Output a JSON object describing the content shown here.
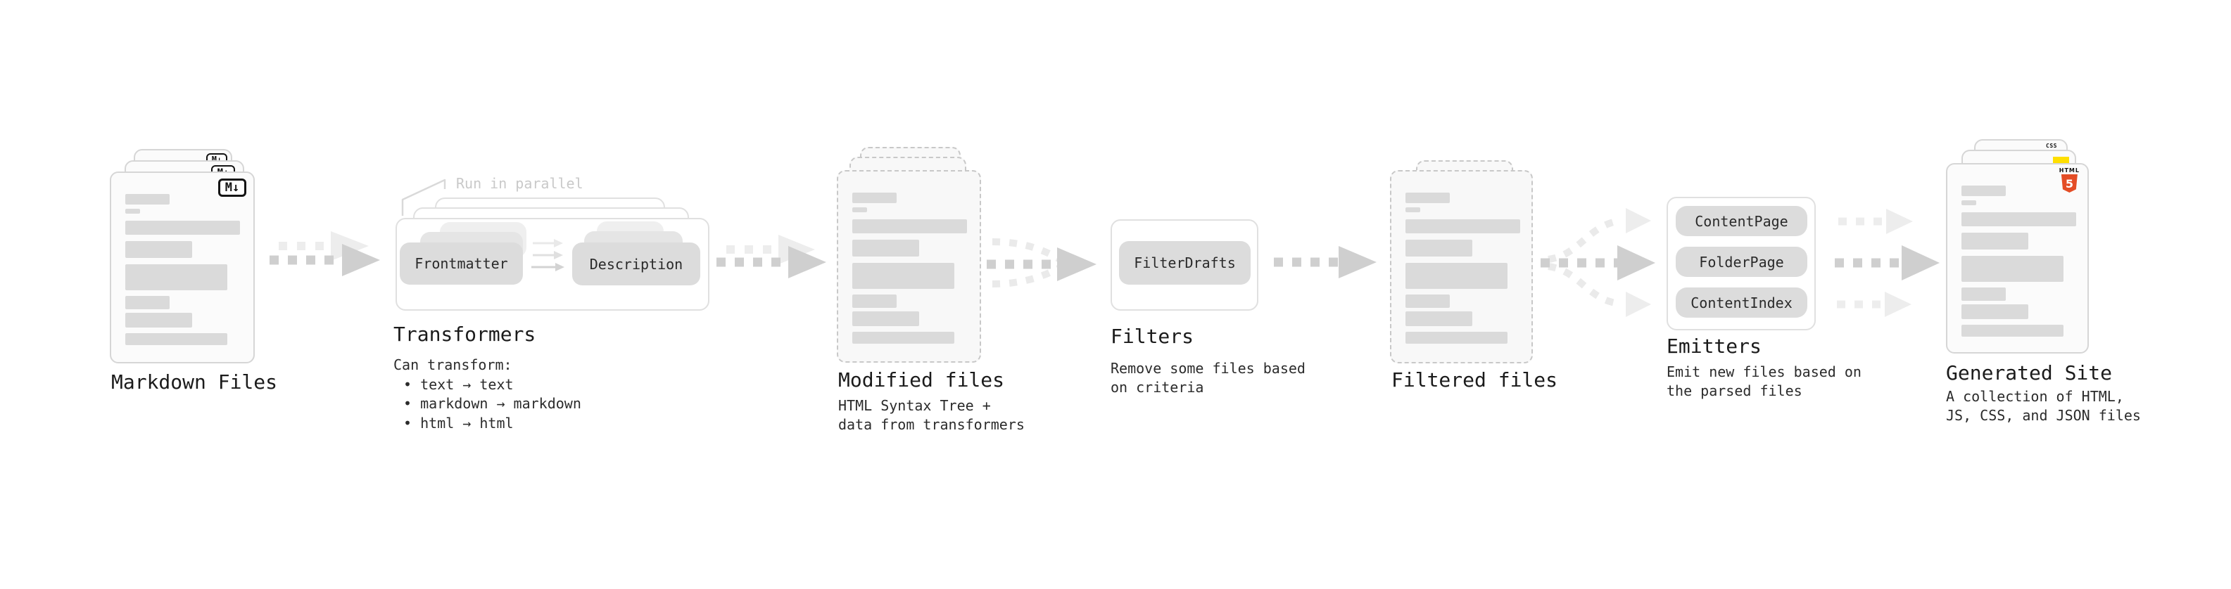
{
  "colors": {
    "arrow_gray": "#cfcfcf",
    "ghost_arrow_gray": "#ededed",
    "doc_border": "#d6d6d6",
    "dashed_border": "#c8c8c8",
    "pill_gray": "#dcdcdc",
    "html5_orange": "#e44d26",
    "js_yellow": "#ffdf00",
    "css_blue": "#2b63e8"
  },
  "stages": {
    "markdown": {
      "badge": "M↓",
      "title": "Markdown Files"
    },
    "transformers": {
      "parallel_label": "Run in parallel",
      "pills": [
        "Frontmatter",
        "Description"
      ],
      "title": "Transformers",
      "desc_heading": "Can transform:",
      "bullets": [
        "• text → text",
        "• markdown → markdown",
        "• html → html"
      ]
    },
    "modified": {
      "title": "Modified files",
      "subtitle1": "HTML Syntax Tree +",
      "subtitle2": "data from transformers"
    },
    "filters": {
      "pill": "FilterDrafts",
      "title": "Filters",
      "subtitle1": "Remove some files based",
      "subtitle2": "on criteria"
    },
    "filtered": {
      "title": "Filtered files"
    },
    "emitters": {
      "pills": [
        "ContentPage",
        "FolderPage",
        "ContentIndex"
      ],
      "title": "Emitters",
      "subtitle1": "Emit new files based on",
      "subtitle2": "the parsed files"
    },
    "site": {
      "title": "Generated Site",
      "subtitle1": "A collection of HTML,",
      "subtitle2": "JS, CSS, and JSON files",
      "html_badge_top": "HTML",
      "html_badge_number": "5",
      "css_badge": "CSS"
    }
  }
}
